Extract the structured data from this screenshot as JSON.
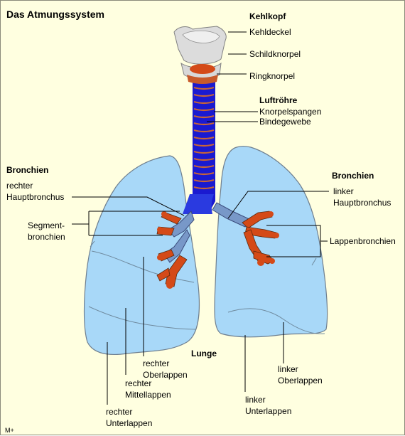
{
  "title": "Das Atmungssystem",
  "corner_mark": "M+",
  "colors": {
    "background": "#FFFFE0",
    "lung": "#A8D8F8",
    "trachea": "#1A1AD0",
    "cartilage": "#C86436",
    "bronchi": "#D44A18",
    "larynx": "#DCDCDC"
  },
  "sections": {
    "kehlkopf": "Kehlkopf",
    "luftroehre": "Luftröhre",
    "bronchien_left": "Bronchien",
    "bronchien_right": "Bronchien",
    "lunge": "Lunge"
  },
  "labels": {
    "kehldeckel": "Kehldeckel",
    "schildknorpel": "Schildknorpel",
    "ringknorpel": "Ringknorpel",
    "knorpelspangen": "Knorpelspangen",
    "bindegewebe": "Bindegewebe",
    "rechter_hauptbronchus": [
      "rechter",
      "Hauptbronchus"
    ],
    "segmentbronchien": [
      "Segment-",
      "bronchien"
    ],
    "linker_hauptbronchus": [
      "linker",
      "Hauptbronchus"
    ],
    "lappenbronchien": "Lappenbronchien",
    "rechter_oberlappen": [
      "rechter",
      "Oberlappen"
    ],
    "rechter_mittellappen": [
      "rechter",
      "Mittellappen"
    ],
    "rechter_unterlappen": [
      "rechter",
      "Unterlappen"
    ],
    "linker_oberlappen": [
      "linker",
      "Oberlappen"
    ],
    "linker_unterlappen": [
      "linker",
      "Unterlappen"
    ]
  }
}
